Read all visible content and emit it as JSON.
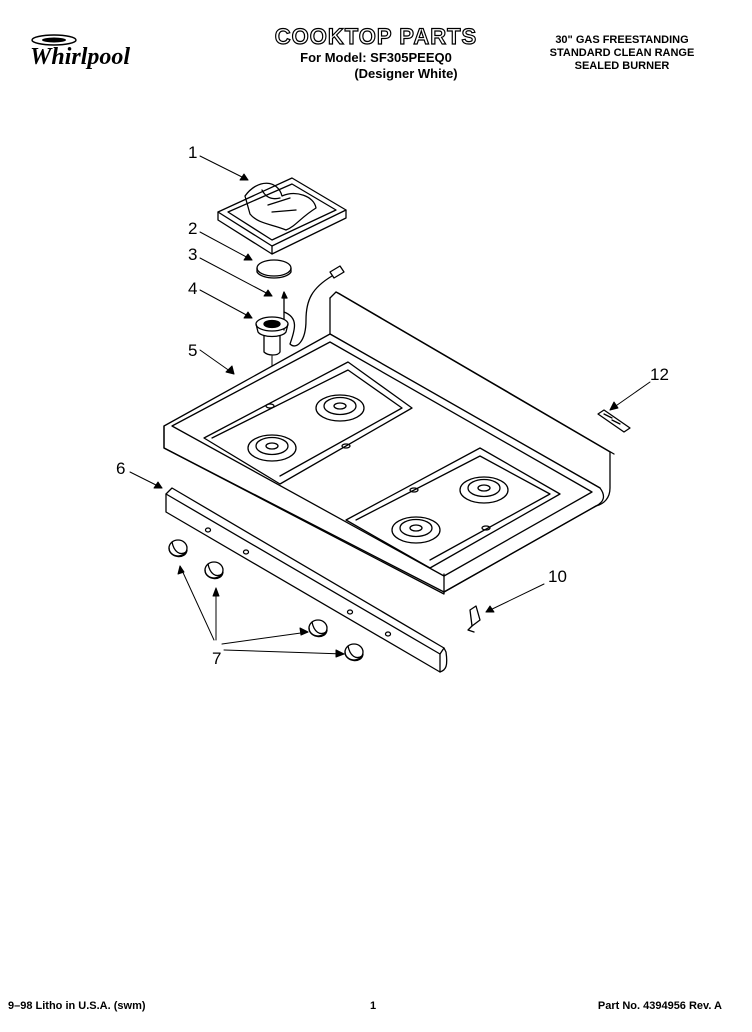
{
  "header": {
    "brand": "Whirlpool",
    "title": "COOKTOP PARTS",
    "model_line": "For Model: SF305PEEQ0",
    "model_variant": "(Designer White)",
    "spec_line1": "30\" GAS FREESTANDING",
    "spec_line2": "STANDARD CLEAN RANGE",
    "spec_line3": "SEALED BURNER"
  },
  "callouts": [
    "1",
    "2",
    "3",
    "4",
    "5",
    "6",
    "7",
    "10",
    "12"
  ],
  "footer": {
    "litho": "9–98 Litho in U.S.A. (swm)",
    "page": "1",
    "part_no": "Part No. 4394956 Rev. A"
  }
}
